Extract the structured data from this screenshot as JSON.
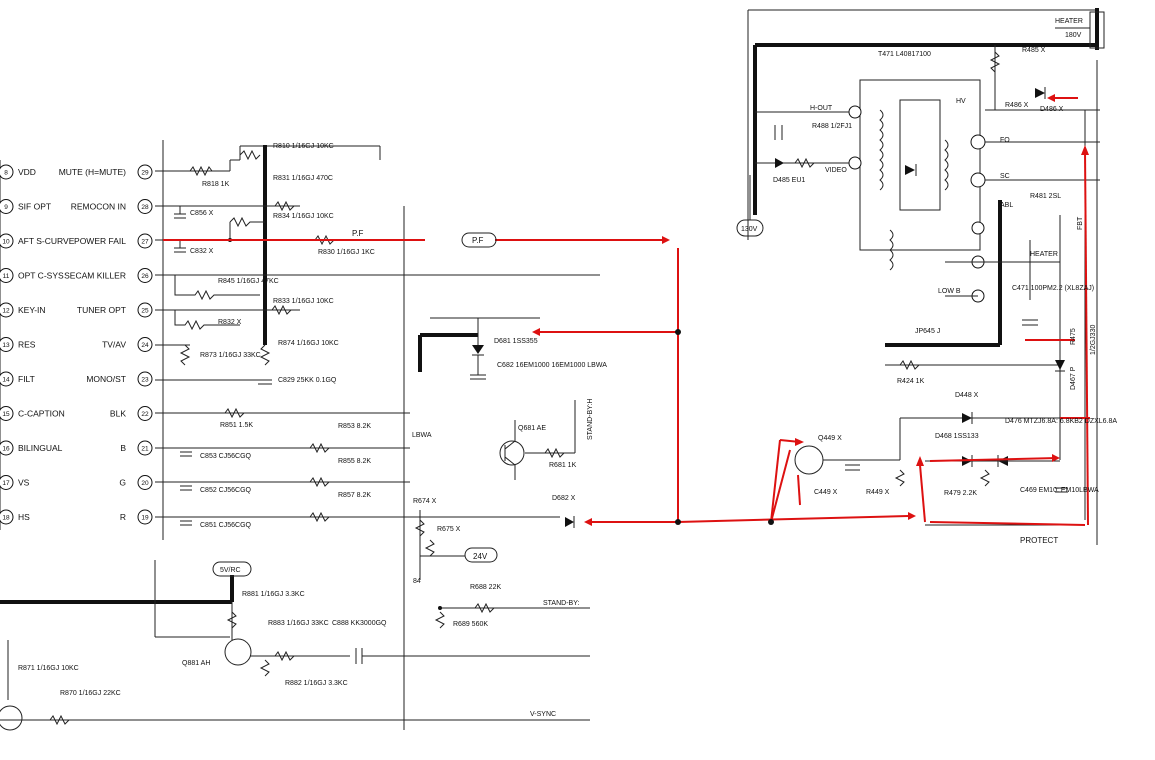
{
  "ic_left": {
    "pins": [
      {
        "num": "8",
        "label": "VDD"
      },
      {
        "num": "9",
        "label": "SIF OPT"
      },
      {
        "num": "10",
        "label": "AFT S-CURVE"
      },
      {
        "num": "11",
        "label": "OPT C-SYS"
      },
      {
        "num": "12",
        "label": "KEY-IN"
      },
      {
        "num": "13",
        "label": "RES"
      },
      {
        "num": "14",
        "label": "FILT"
      },
      {
        "num": "15",
        "label": "C-CAPTION"
      },
      {
        "num": "16",
        "label": "BILINGUAL"
      },
      {
        "num": "17",
        "label": "VS"
      },
      {
        "num": "18",
        "label": "HS"
      }
    ]
  },
  "ic_right": {
    "pins": [
      {
        "num": "29",
        "label": "MUTE (H=MUTE)"
      },
      {
        "num": "28",
        "label": "REMOCON IN"
      },
      {
        "num": "27",
        "label": "POWER FAIL"
      },
      {
        "num": "26",
        "label": "SECAM KILLER"
      },
      {
        "num": "25",
        "label": "TUNER OPT"
      },
      {
        "num": "24",
        "label": "TV/AV"
      },
      {
        "num": "23",
        "label": "MONO/ST"
      },
      {
        "num": "22",
        "label": "BLK"
      },
      {
        "num": "21",
        "label": "B"
      },
      {
        "num": "20",
        "label": "G"
      },
      {
        "num": "19",
        "label": "R"
      }
    ]
  },
  "components": {
    "r810": "R810 1/16GJ 10KC",
    "r818": "R818 1K",
    "r831": "R831 1/16GJ 470C",
    "c856": "C856 X",
    "r834": "R834 1/16GJ 10KC",
    "pf_net": "P.F",
    "pf_tag": "P.F",
    "c832": "C832 X",
    "r830": "R830 1/16GJ 1KC",
    "r845": "R845 1/16GJ 47KC",
    "r833": "R833 1/16GJ 10KC",
    "r832": "R832 X",
    "r873": "R873 1/16GJ 33KC",
    "r874": "R874 1/16GJ 10KC",
    "c829": "C829 25KK 0.1GQ",
    "r851": "R851 1.5K",
    "r853": "R853 8.2K",
    "c853": "C853 CJ56CGQ",
    "r855": "R855 8.2K",
    "c852": "C852 CJ56CGQ",
    "r857": "R857 8.2K",
    "c851": "C851 CJ56CGQ",
    "d681": "D681 1SS355",
    "c682": "C682 16EM1000 16EM1000 LBWA",
    "lbwa": "LBWA",
    "q681": "Q681 AE",
    "standby_h": "STAND-BY:H",
    "r681": "R681 1K",
    "d682": "D682 X",
    "r674": "R674 X",
    "r675": "R675 X",
    "v24": "24V",
    "r688": "R688 22K",
    "r689": "R689 560K",
    "standby": "STAND-BY:",
    "n84": "84",
    "v5vrc": "5V/RC",
    "r881": "R881 1/16GJ 3.3KC",
    "r883": "R883 1/16GJ 33KC",
    "c888": "C888 KK3000GQ",
    "q881": "Q881 AH",
    "r882": "R882 1/16GJ 3.3KC",
    "r871": "R871 1/16GJ 10KC",
    "r870": "R870 1/16GJ 22KC",
    "vsync": "V-SYNC",
    "heater": "HEATER",
    "v180": "180V",
    "t471": "T471 L40817100",
    "r485": "R485 X",
    "hout": "H-OUT",
    "r488": "R488 1/2FJ1",
    "r486": "R486 X",
    "d486": "D486 X",
    "hv": "HV",
    "fo": "FO",
    "sc": "SC",
    "d485": "D485 EU1",
    "video": "VIDEO",
    "r481": "R481 2SL",
    "v130": "130V",
    "abl": "ABL",
    "heater2": "HEATER",
    "low_b": "LOW B",
    "c471": "C471 100PM2.2 (XL8ZAJ)",
    "jp645": "JP645 J",
    "r424": "R424 1K",
    "r475": "R475",
    "fbt": "FBT",
    "d467": "D467 P",
    "r1": "1/2GJ330",
    "d448": "D448 X",
    "q449": "Q449 X",
    "d468": "D468 1SS133",
    "d476": "D476 MTZJ6.8A: 6.8KB2 DZXL6.8A",
    "c449": "C449 X",
    "r449": "R449 X",
    "r479": "R479 2.2K",
    "c469": "C469 EM10: EM10LBWA",
    "protect": "PROTECT"
  },
  "colors": {
    "wire": "#222222",
    "highlight": "#dd1111",
    "background": "#ffffff"
  }
}
